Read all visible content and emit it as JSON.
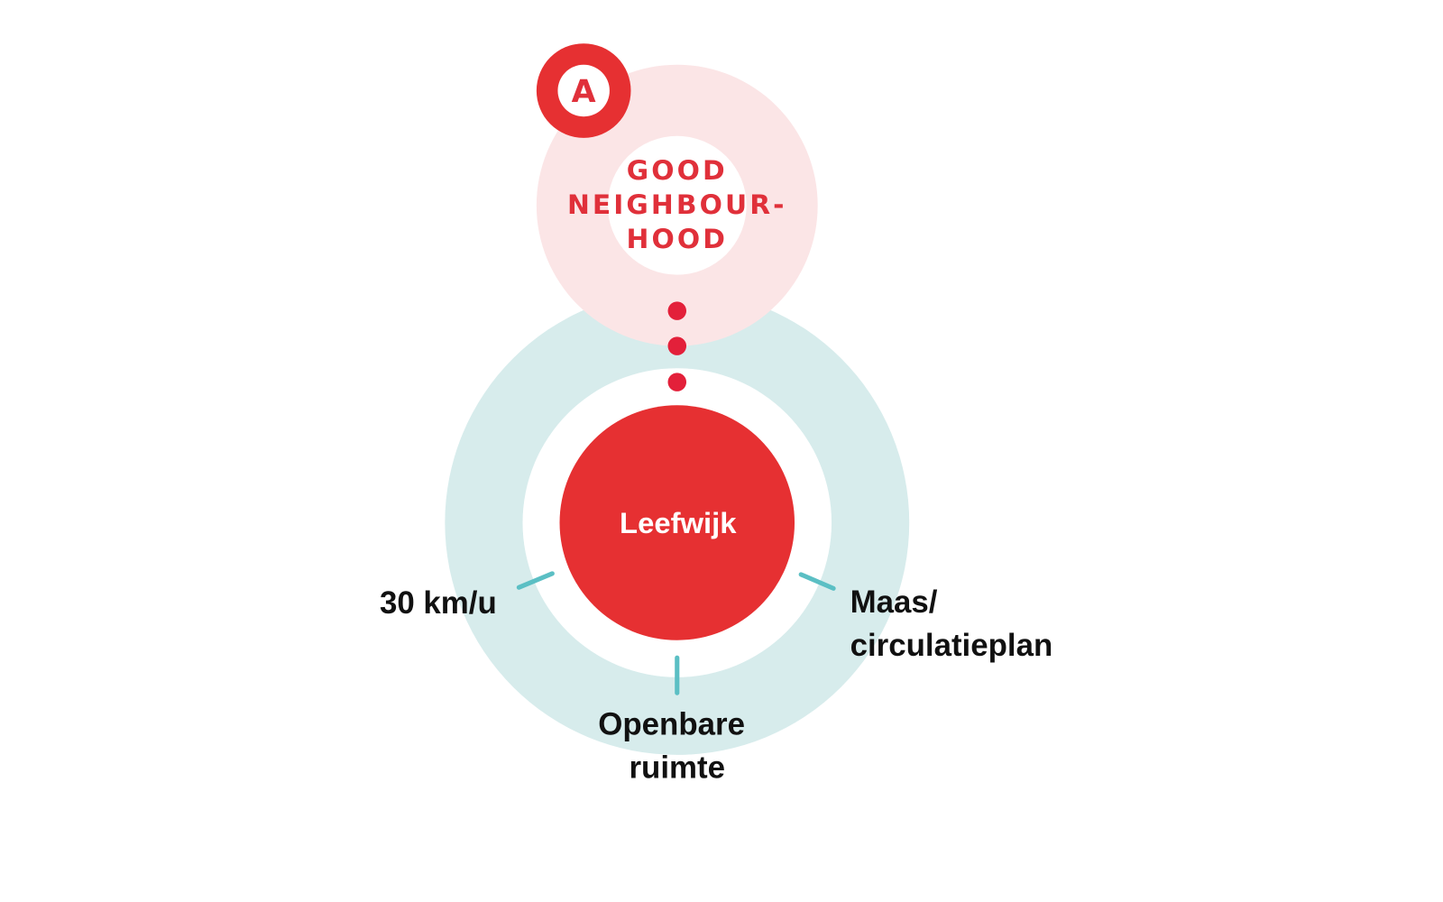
{
  "badge": {
    "letter": "A"
  },
  "top_circle": {
    "lines": [
      "GOOD",
      "NEIGHBOUR-",
      "HOOD"
    ]
  },
  "center_circle": {
    "label": "Leefwijk"
  },
  "labels": {
    "left": "30 km/u",
    "right": [
      "Maas/",
      "circulatieplan"
    ],
    "bottom": [
      "Openbare",
      "ruimte"
    ]
  },
  "colors": {
    "red": "#e63032",
    "pink": "#fbe5e6",
    "teal_ring": "#d7ecec",
    "teal_tick": "#5bbfc4",
    "dot": "#e3203a",
    "text": "#111111"
  }
}
